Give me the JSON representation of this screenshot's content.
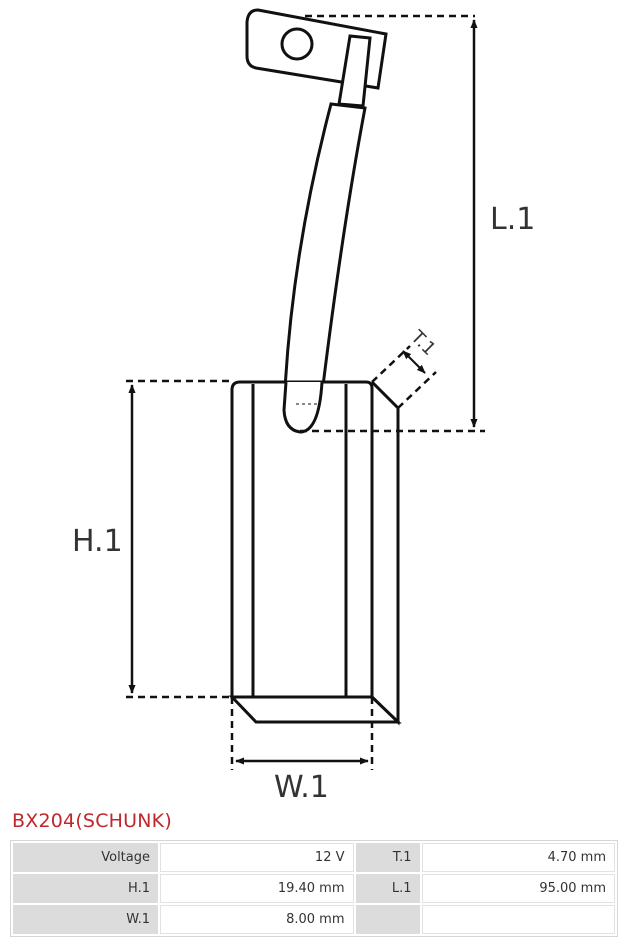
{
  "diagram": {
    "labels": {
      "l1": "L.1",
      "h1": "H.1",
      "w1": "W.1",
      "t1": "T.1"
    },
    "line_color": "#111111",
    "label_color": "#333333"
  },
  "product": {
    "title": "BX204(SCHUNK)",
    "title_color": "#c0272d"
  },
  "specs": [
    {
      "label": "Voltage",
      "value": "12 V",
      "label2": "T.1",
      "value2": "4.70 mm"
    },
    {
      "label": "H.1",
      "value": "19.40 mm",
      "label2": "L.1",
      "value2": "95.00 mm"
    },
    {
      "label": "W.1",
      "value": "8.00 mm",
      "label2": "",
      "value2": ""
    }
  ]
}
